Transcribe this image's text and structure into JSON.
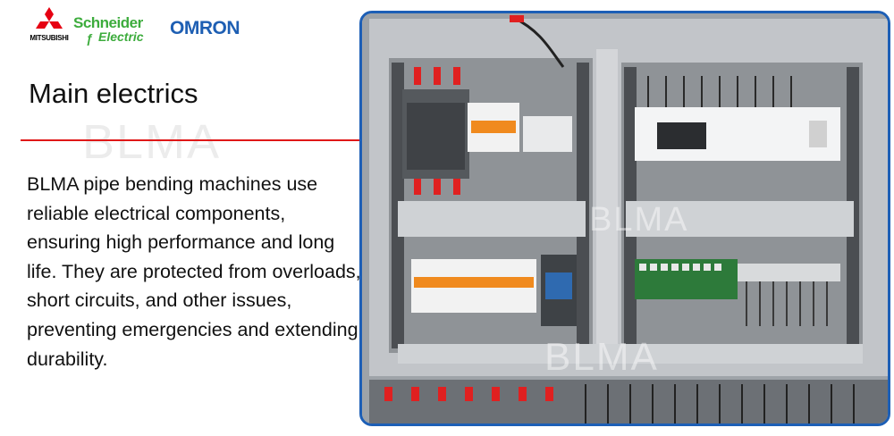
{
  "brands": {
    "mitsubishi": "MITSUBISHI",
    "schneider_line1": "Schneider",
    "schneider_line2": "Electric",
    "omron": "OMRON"
  },
  "watermark": "BLMA",
  "heading": "Main electrics",
  "description": "BLMA pipe bending machines use reliable electrical components, ensuring high performance and long life. They are protected from overloads, short circuits, and other issues, preventing emergencies and extending durability.",
  "colors": {
    "accent_red": "#e01818",
    "frame_blue": "#1d5fb6",
    "schneider_green": "#3dac3d",
    "omron_blue": "#1e5fb3"
  }
}
